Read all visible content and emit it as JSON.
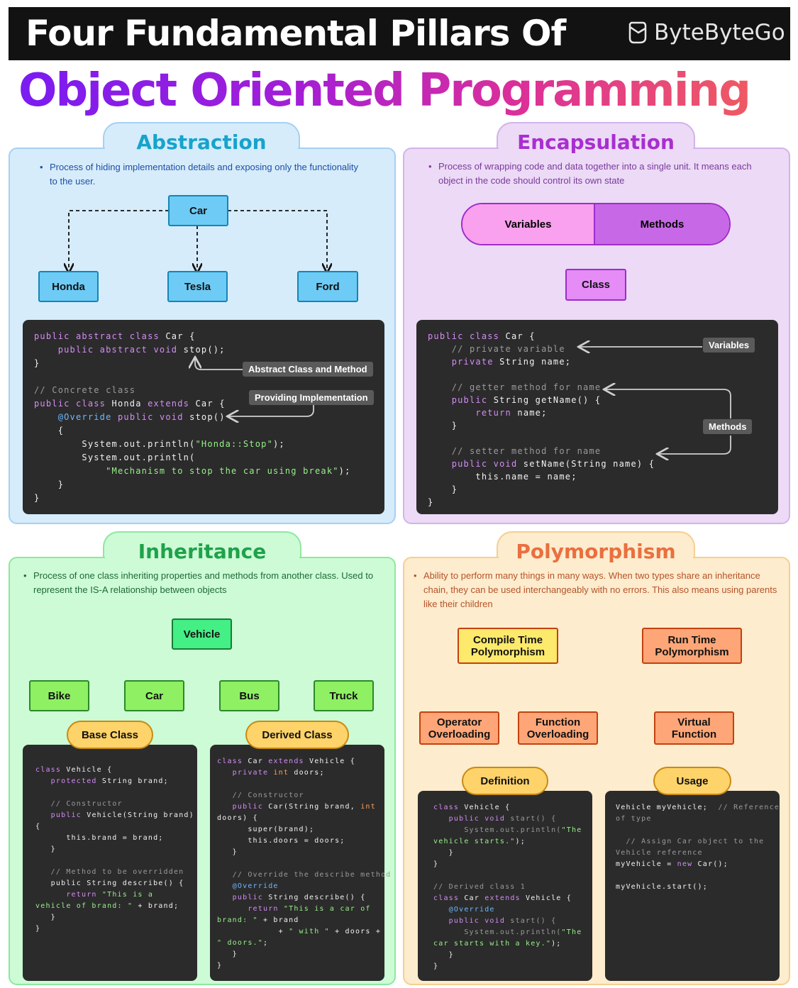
{
  "header": {
    "title": "Four Fundamental Pillars Of",
    "brand": "ByteByteGo",
    "subtitle": "Object Oriented Programming"
  },
  "abstraction": {
    "title": "Abstraction",
    "desc": "Process of hiding implementation details and exposing only the functionality to the user.",
    "parent": "Car",
    "children": [
      "Honda",
      "Tesla",
      "Ford"
    ],
    "annotations": [
      "Abstract Class and Method",
      "Providing Implementation"
    ],
    "code": [
      "public abstract class Car {",
      "    public abstract void stop();",
      "}",
      "",
      "// Concrete class",
      "public class Honda extends Car {",
      "    @Override public void stop()",
      "    {",
      "        System.out.println(\"Honda::Stop\");",
      "        System.out.println(",
      "            \"Mechanism to stop the car using break\");",
      "    }",
      "}"
    ]
  },
  "encapsulation": {
    "title": "Encapsulation",
    "desc": "Process of wrapping code and data together into a single unit. It means each object in the code should control its own state",
    "pill_left": "Variables",
    "pill_right": "Methods",
    "class_box": "Class",
    "annotations": [
      "Variables",
      "Methods"
    ],
    "code": [
      "public class Car {",
      "    // private variable",
      "    private String name;",
      "",
      "    // getter method for name",
      "    public String getName() {",
      "        return name;",
      "    }",
      "",
      "    // setter method for name",
      "    public void setName(String name) {",
      "        this.name = name;",
      "    }",
      "}"
    ]
  },
  "inheritance": {
    "title": "Inheritance",
    "desc": "Process of one class inheriting properties and methods from another class. Used to represent the IS-A relationship between objects",
    "parent": "Vehicle",
    "children": [
      "Bike",
      "Car",
      "Bus",
      "Truck"
    ],
    "base_label": "Base Class",
    "derived_label": "Derived Class",
    "base_code": [
      "class Vehicle {",
      "   protected String brand;",
      "",
      "   // Constructor",
      "   public Vehicle(String brand)",
      "{",
      "      this.brand = brand;",
      "   }",
      "",
      "   // Method to be overridden",
      "   public String describe() {",
      "      return \"This is a",
      "vehicle of brand: \" + brand;",
      "   }",
      "}"
    ],
    "derived_code": [
      "class Car extends Vehicle {",
      "   private int doors;",
      "",
      "   // Constructor",
      "   public Car(String brand, int",
      "doors) {",
      "      super(brand);",
      "      this.doors = doors;",
      "   }",
      "",
      "   // Override the describe method",
      "   @Override",
      "   public String describe() {",
      "      return \"This is a car of",
      "brand: \" + brand",
      "            + \" with \" + doors +",
      "\" doors.\";",
      "   }",
      "}"
    ]
  },
  "polymorphism": {
    "title": "Polymorphism",
    "desc": "Ability to perform many things in many ways. When two types share an inheritance chain, they can be used interchangeably with no errors. This also means using parents like their children",
    "compile_time": "Compile Time Polymorphism",
    "run_time": "Run Time Polymorphism",
    "operator_overloading": "Operator Overloading",
    "function_overloading": "Function Overloading",
    "virtual_function": "Virtual Function",
    "definition_label": "Definition",
    "usage_label": "Usage",
    "definition_code": [
      "class Vehicle {",
      "   public void start() {",
      "      System.out.println(\"The",
      "vehicle starts.\");",
      "   }",
      "}",
      "",
      "// Derived class 1",
      "class Car extends Vehicle {",
      "   @Override",
      "   public void start() {",
      "      System.out.println(\"The",
      "car starts with a key.\");",
      "   }",
      "}"
    ],
    "usage_code": [
      "Vehicle myVehicle;  // Reference",
      "of type",
      "",
      "  // Assign Car object to the",
      "Vehicle reference",
      "myVehicle = new Car();",
      "",
      "myVehicle.start();"
    ]
  },
  "colors": {
    "abstraction_bg": "#d6ecfb",
    "abstraction_title": "#17a3cc",
    "encapsulation_bg": "#ecdaf6",
    "encapsulation_title": "#a82fd0",
    "inheritance_bg": "#cdfbd6",
    "inheritance_title": "#1fa24a",
    "polymorphism_bg": "#fdeccd",
    "polymorphism_title": "#ea6f3f"
  }
}
